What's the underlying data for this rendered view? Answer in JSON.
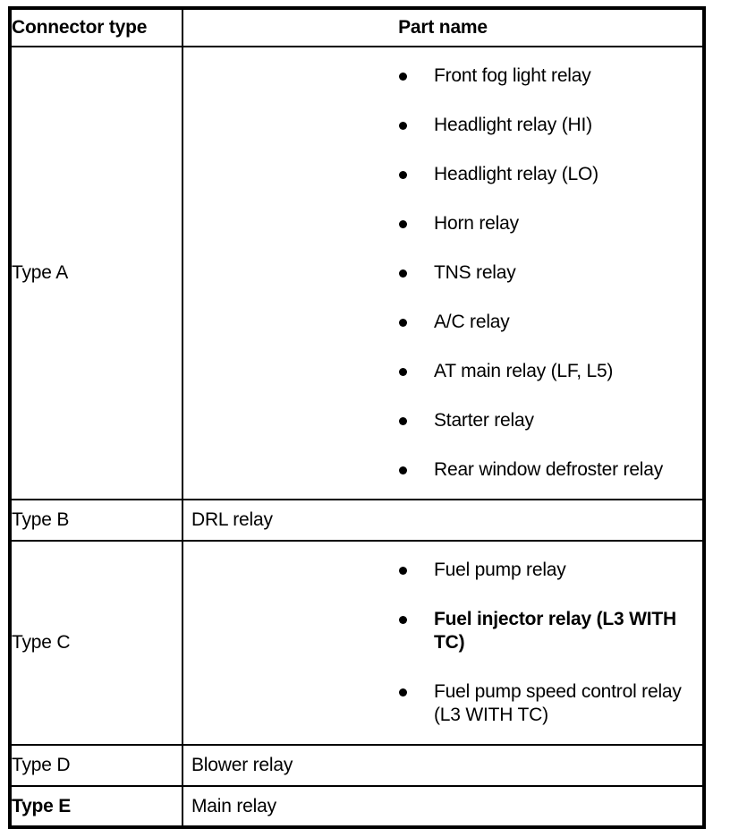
{
  "table": {
    "headers": {
      "connector_type": "Connector type",
      "part_name": "Part name"
    },
    "rows": [
      {
        "type": "Type A",
        "type_bold": false,
        "style": "bullets",
        "items": [
          {
            "text": "Front fog light relay",
            "bold": false
          },
          {
            "text": "Headlight relay (HI)",
            "bold": false
          },
          {
            "text": "Headlight relay (LO)",
            "bold": false
          },
          {
            "text": "Horn relay",
            "bold": false
          },
          {
            "text": "TNS relay",
            "bold": false
          },
          {
            "text": "A/C relay",
            "bold": false
          },
          {
            "text": "AT main relay (LF, L5)",
            "bold": false
          },
          {
            "text": "Starter relay",
            "bold": false
          },
          {
            "text": "Rear window defroster relay",
            "bold": false
          }
        ]
      },
      {
        "type": "Type B",
        "type_bold": false,
        "style": "plain",
        "text": "DRL relay"
      },
      {
        "type": "Type C",
        "type_bold": false,
        "style": "bullets",
        "items": [
          {
            "text": "Fuel pump relay",
            "bold": false
          },
          {
            "text": "Fuel injector relay (L3 WITH TC)",
            "bold": true
          },
          {
            "text": "Fuel pump speed control relay (L3 WITH TC)",
            "bold": false
          }
        ]
      },
      {
        "type": "Type D",
        "type_bold": false,
        "style": "plain",
        "text": "Blower relay"
      },
      {
        "type": "Type E",
        "type_bold": true,
        "style": "plain",
        "text": "Main relay"
      }
    ]
  },
  "colors": {
    "rule": "#000000",
    "text": "#000000",
    "background": "#ffffff"
  }
}
